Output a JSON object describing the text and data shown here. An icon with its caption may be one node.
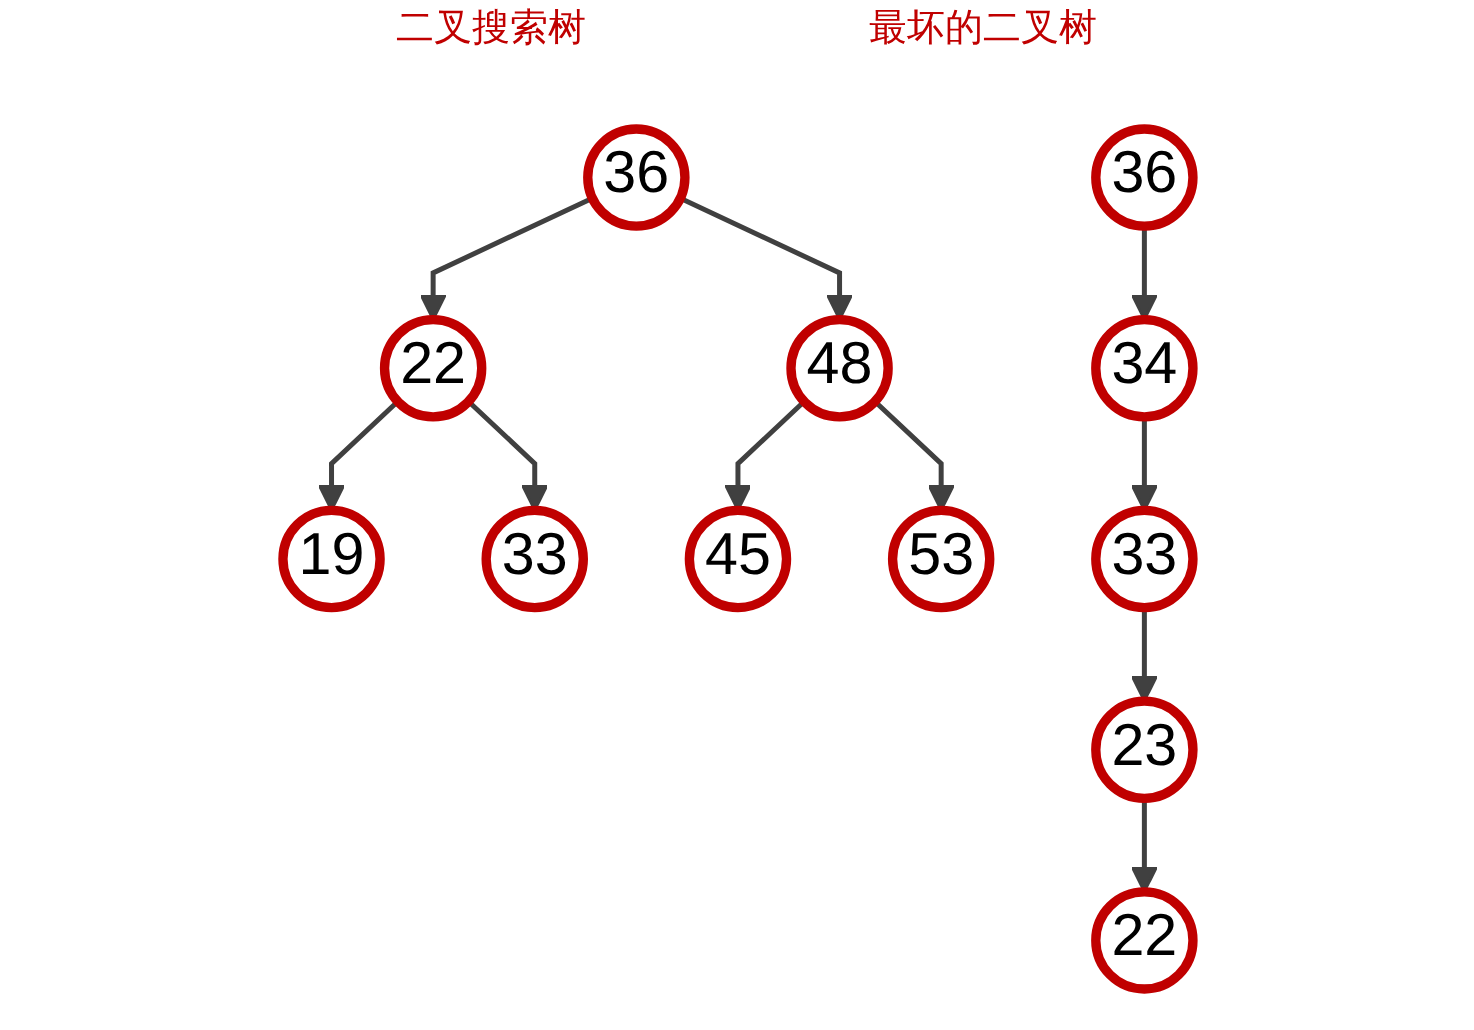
{
  "diagram": {
    "nodes": [
      {
        "text": [
          "36"
        ]
      },
      {
        "text": [
          "22"
        ]
      },
      {
        "text": [
          "48"
        ]
      },
      {
        "text": [
          "19"
        ]
      },
      {
        "text": [
          "33"
        ]
      },
      {
        "text": [
          "45"
        ]
      },
      {
        "text": [
          "53"
        ]
      },
      {
        "text": [
          "36"
        ]
      },
      {
        "text": [
          "34"
        ]
      },
      {
        "text": [
          "33"
        ]
      },
      {
        "text": [
          "23"
        ]
      },
      {
        "text": [
          "22"
        ]
      }
    ],
    "edges": [
      {
        "from": 0,
        "to": 1,
        "arrow": "to"
      },
      {
        "from": 0,
        "to": 2,
        "arrow": "to"
      },
      {
        "from": 1,
        "to": 3,
        "arrow": "to"
      },
      {
        "from": 1,
        "to": 4,
        "arrow": "to"
      },
      {
        "from": 2,
        "to": 5,
        "arrow": "to"
      },
      {
        "from": 2,
        "to": 6,
        "arrow": "to"
      },
      {
        "from": 7,
        "to": 8,
        "arrow": "to"
      },
      {
        "from": 8,
        "to": 9,
        "arrow": "to"
      },
      {
        "from": 9,
        "to": 10,
        "arrow": "to"
      },
      {
        "from": 10,
        "to": 11,
        "arrow": "to"
      }
    ],
    "labels": [
      "二叉搜索树",
      "最坏的二叉树"
    ]
  }
}
